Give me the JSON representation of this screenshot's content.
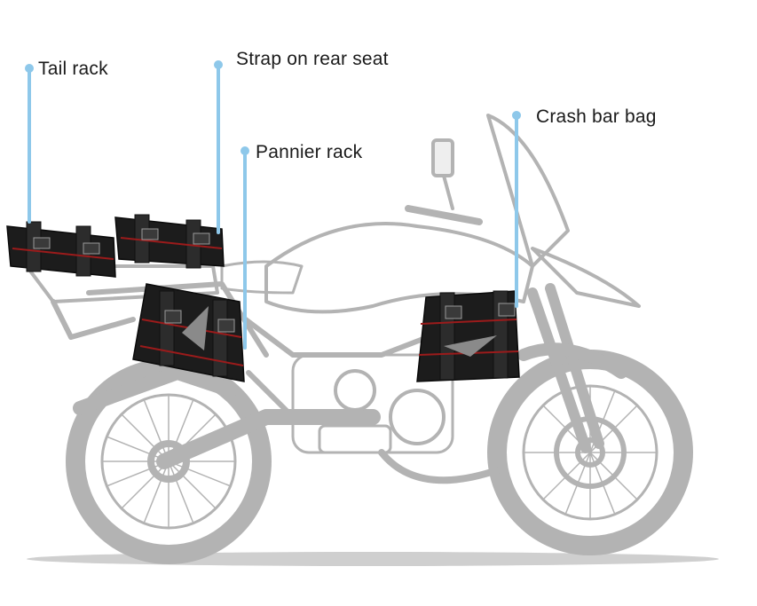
{
  "callouts": [
    {
      "id": "tail-rack",
      "text": "Tail rack"
    },
    {
      "id": "rear-seat",
      "text": "Strap on rear seat"
    },
    {
      "id": "pannier-rack",
      "text": "Pannier rack"
    },
    {
      "id": "crash-bar",
      "text": "Crash bar bag"
    }
  ],
  "colors": {
    "leader": "#8ec8ea",
    "bike": "#b3b3b3",
    "bag": "#1c1c1c",
    "strap_accent": "#9b1b1b"
  }
}
